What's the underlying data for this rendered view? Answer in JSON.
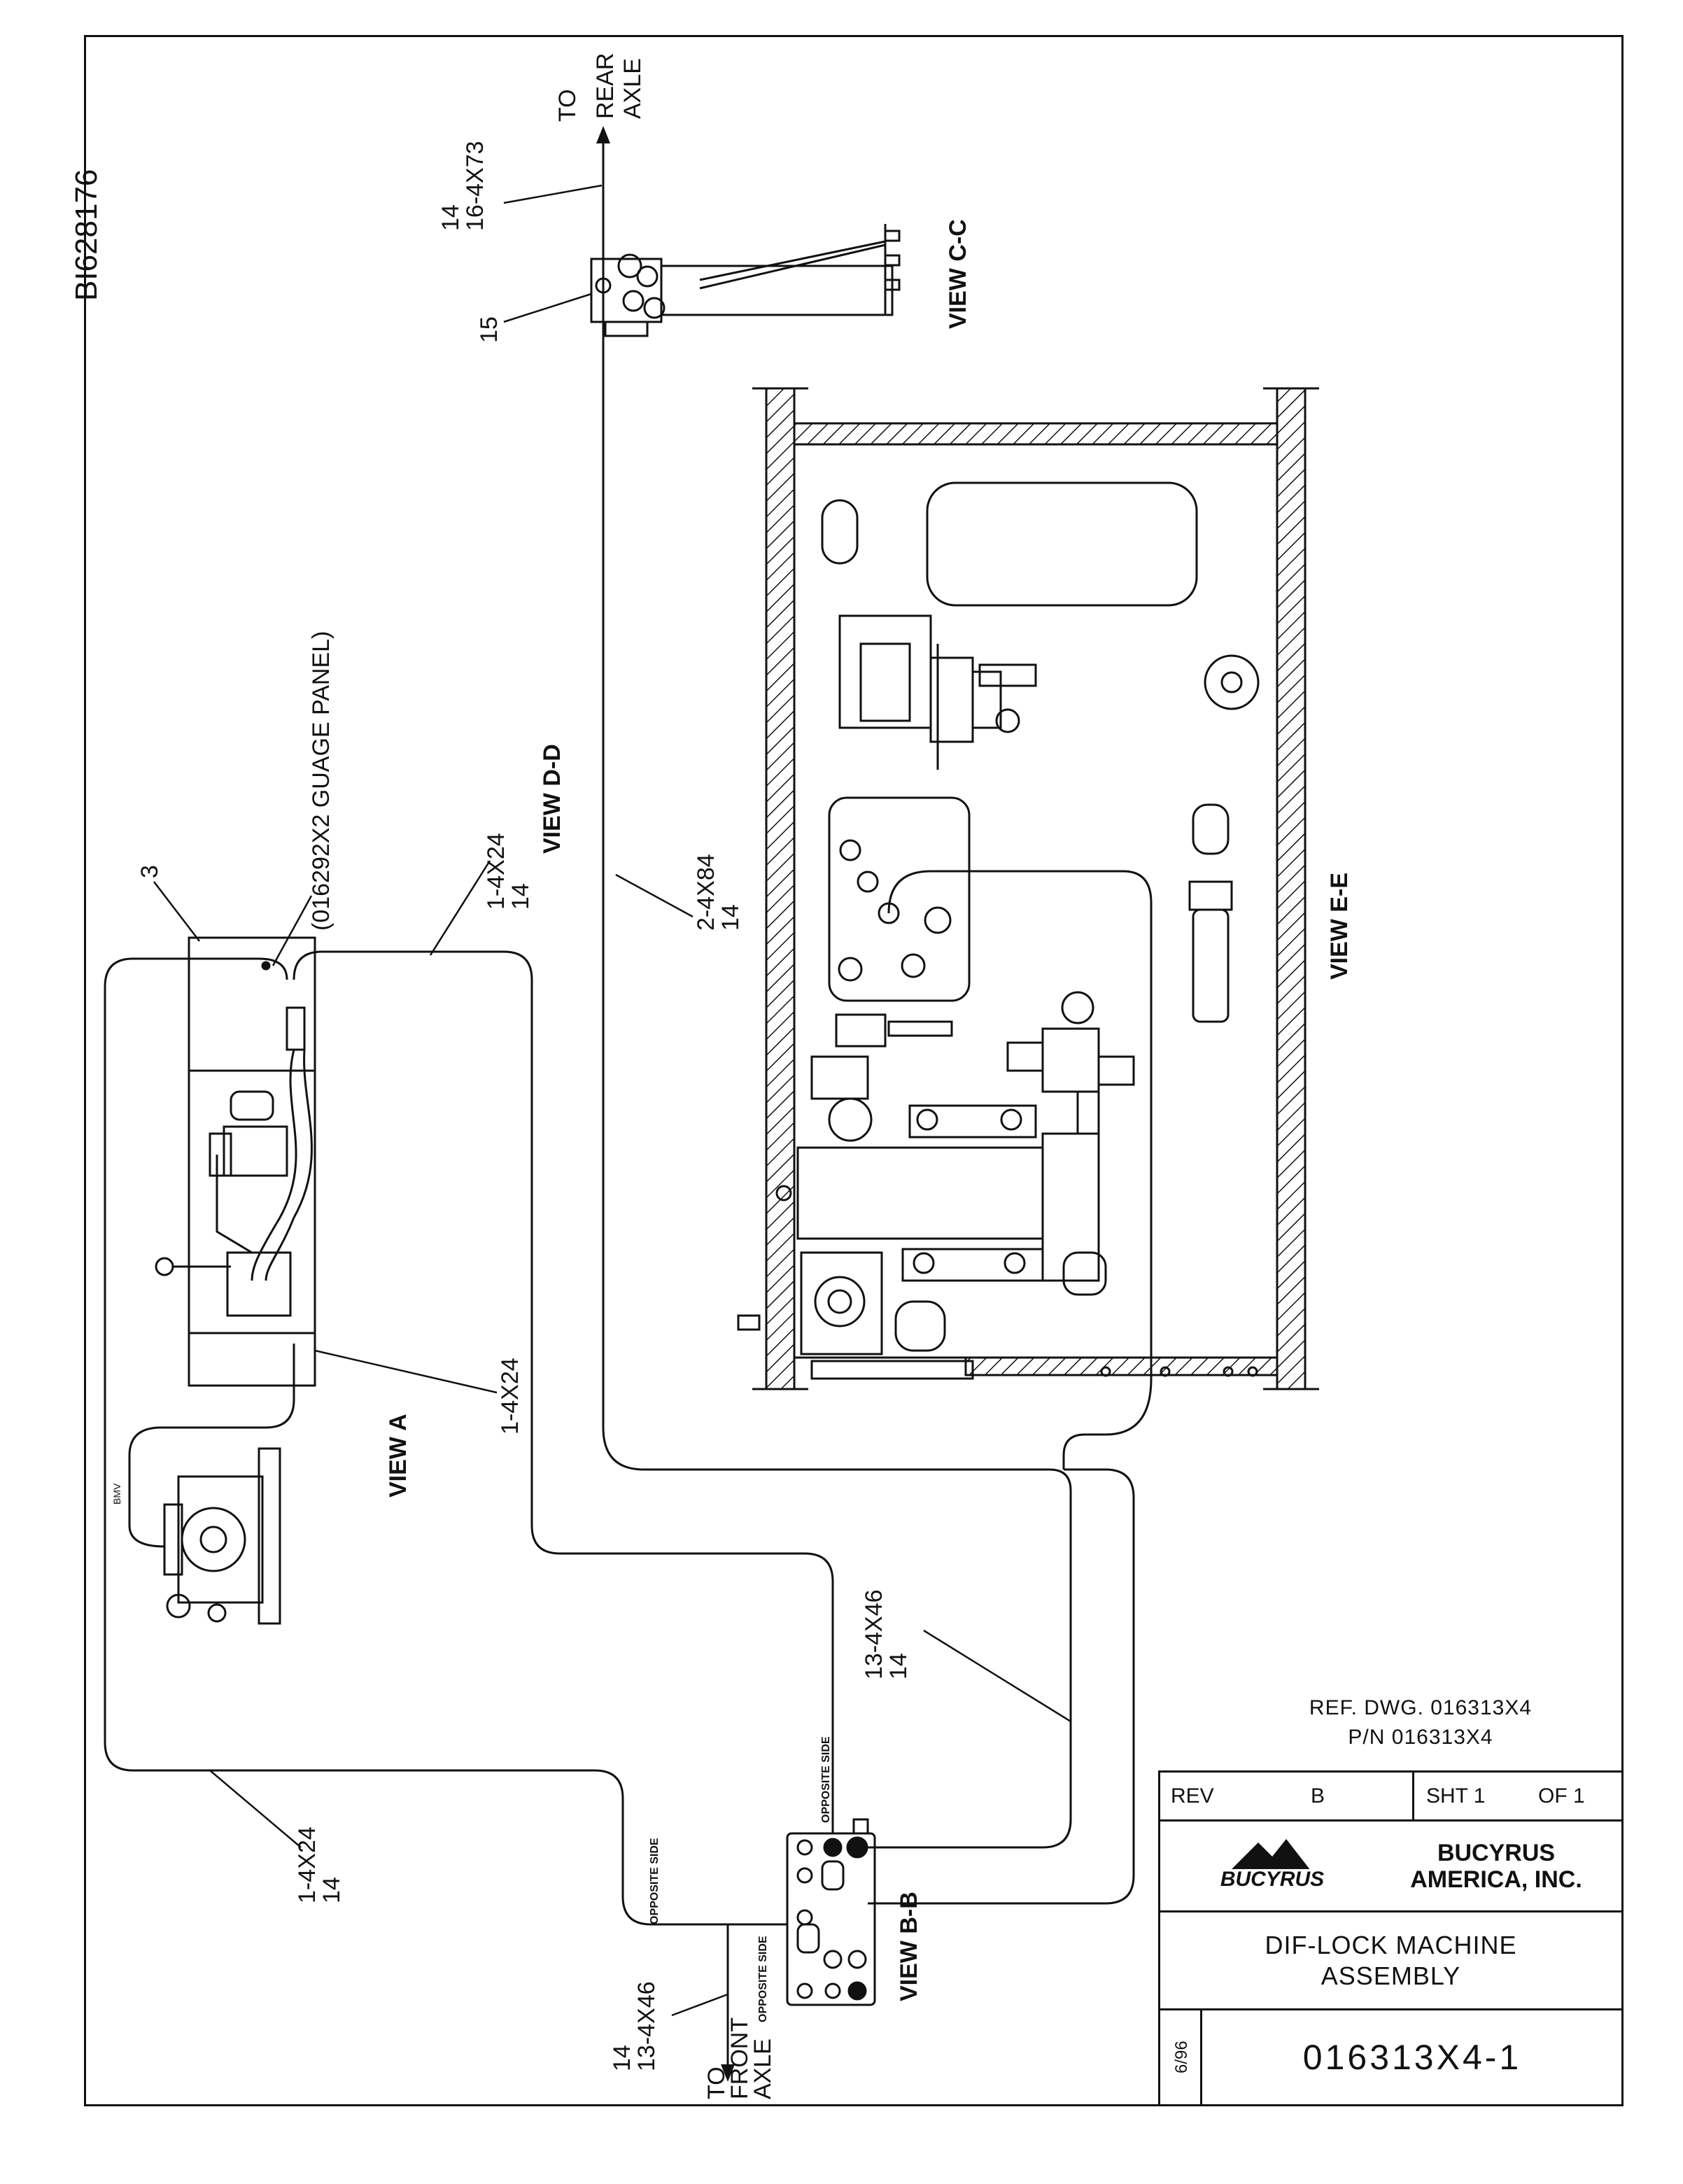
{
  "stamp": "BI628176",
  "views": {
    "view_a": "VIEW A",
    "view_bb": "VIEW B-B",
    "view_cc": "VIEW C-C",
    "view_dd": "VIEW D-D",
    "view_ee": "VIEW E-E"
  },
  "callouts": {
    "c3": "3",
    "c15": "15",
    "guage_panel": "(016292X2 GUAGE PANEL)",
    "to_rear_1": "TO",
    "to_rear_2": "REAR",
    "to_rear_3": "AXLE",
    "to_front_1": "TO",
    "to_front_2": "FRONT",
    "to_front_3": "AXLE",
    "hose_14_16_a": "14",
    "hose_14_16_b": "16-4X73",
    "hose_2_84_a": "2-4X84",
    "hose_2_84_b": "14",
    "hose_1_24_top_a": "1-4X24",
    "hose_1_24_top_b": "14",
    "hose_1_24_mid": "1-4X24",
    "hose_1_24_bot_a": "1-4X24",
    "hose_1_24_bot_b": "14",
    "hose_13_46_r_a": "13-4X46",
    "hose_13_46_r_b": "14",
    "hose_13_46_l_a": "14",
    "hose_13_46_l_b": "13-4X46",
    "opposite_side": "OPPOSITE SIDE",
    "bmv": "BMV"
  },
  "title_block": {
    "ref_dwg": "REF. DWG. 016313X4",
    "pn": "P/N 016313X4",
    "rev_label": "REV",
    "rev_value": "B",
    "sheet": "SHT 1",
    "of": "OF 1",
    "logo_text": "BUCYRUS",
    "company_1": "BUCYRUS",
    "company_2": "AMERICA, INC.",
    "title_1": "DIF-LOCK MACHINE",
    "title_2": "ASSEMBLY",
    "date": "6/96",
    "dwg_number": "016313X4-1"
  }
}
